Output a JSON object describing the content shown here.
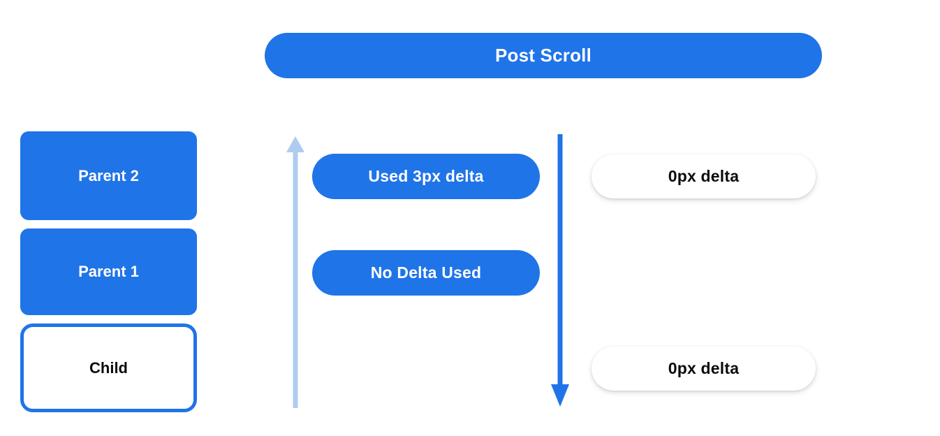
{
  "header": {
    "title": "Post Scroll",
    "color": "#1f74e8"
  },
  "stack": {
    "nodes": [
      {
        "label": "Parent 2",
        "style": "filled"
      },
      {
        "label": "Parent 1",
        "style": "filled"
      },
      {
        "label": "Child",
        "style": "outlined"
      }
    ]
  },
  "arrows": [
    {
      "name": "scroll-up-arrow",
      "direction": "up",
      "color": "#b0cbf0"
    },
    {
      "name": "scroll-down-arrow",
      "direction": "down",
      "color": "#1f74e8"
    }
  ],
  "middle_pills": [
    {
      "label": "Used 3px delta"
    },
    {
      "label": "No Delta Used"
    }
  ],
  "right_pills": [
    {
      "label": "0px delta"
    },
    {
      "label": "0px delta"
    }
  ],
  "colors": {
    "brand_blue": "#1f74e8",
    "light_blue": "#b0cbf0",
    "text_dark": "#0b0b0b",
    "text_light": "#ffffff",
    "background": "#ffffff"
  }
}
